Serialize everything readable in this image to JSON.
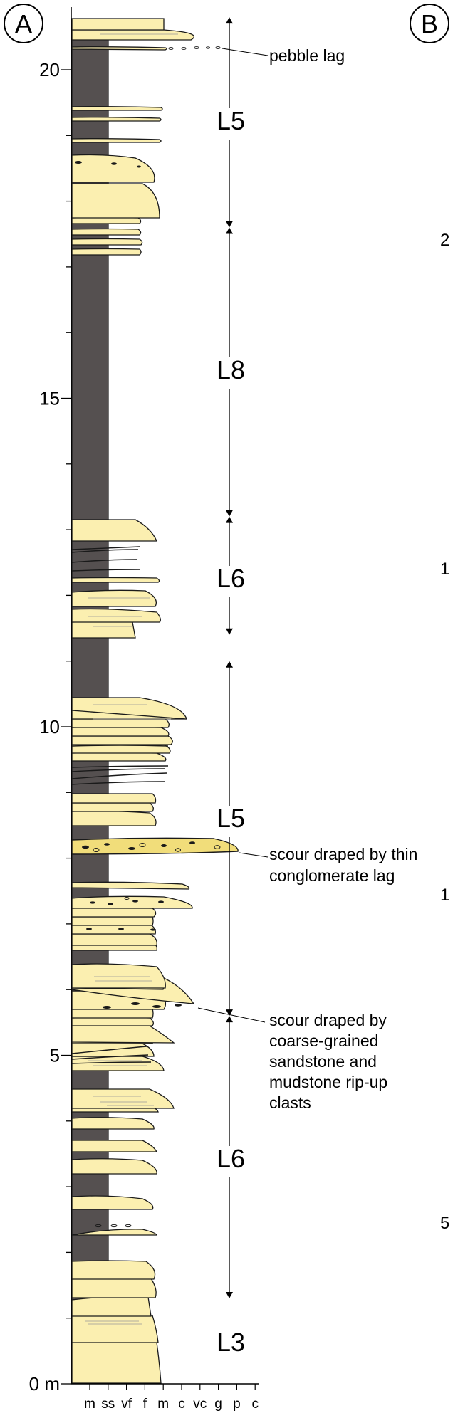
{
  "panels": {
    "a": "A",
    "b": "B"
  },
  "depth_axis": {
    "unit": "m",
    "labels": [
      {
        "value": 0,
        "text": "0 m"
      },
      {
        "value": 5,
        "text": "5"
      },
      {
        "value": 10,
        "text": "10"
      },
      {
        "value": 15,
        "text": "15"
      },
      {
        "value": 20,
        "text": "20"
      }
    ],
    "minor_ticks_every": 1,
    "max": 20.8
  },
  "grain_size_axis": {
    "labels": [
      "m",
      "ss",
      "vf",
      "f",
      "m",
      "c",
      "vc",
      "g",
      "p",
      "c"
    ]
  },
  "intervals": [
    {
      "label": "L3",
      "from": 0.0,
      "to": 1.3,
      "arrows": false
    },
    {
      "label": "L6",
      "from": 1.3,
      "to": 5.6,
      "arrows": true
    },
    {
      "label": "L5",
      "from": 5.6,
      "to": 11.0,
      "arrows": true
    },
    {
      "label": "L6",
      "from": 11.4,
      "to": 13.2,
      "arrows": true
    },
    {
      "label": "L8",
      "from": 13.2,
      "to": 17.6,
      "arrows": true
    },
    {
      "label": "L5",
      "from": 17.6,
      "to": 20.8,
      "arrows": true
    }
  ],
  "annotations": [
    {
      "lines": [
        "pebble lag"
      ],
      "depth": 20.3
    },
    {
      "lines": [
        "scour draped by thin",
        "conglomerate lag"
      ],
      "depth": 8.1
    },
    {
      "lines": [
        "scour draped by",
        "coarse-grained",
        "sandstone and",
        "mudstone rip-up",
        "clasts"
      ],
      "depth": 5.8
    }
  ],
  "colors": {
    "mudstone": "#555050",
    "sandstone": "#fbefb0",
    "conglomerate": "#f1dd7a",
    "outline": "#1a1a1a"
  }
}
